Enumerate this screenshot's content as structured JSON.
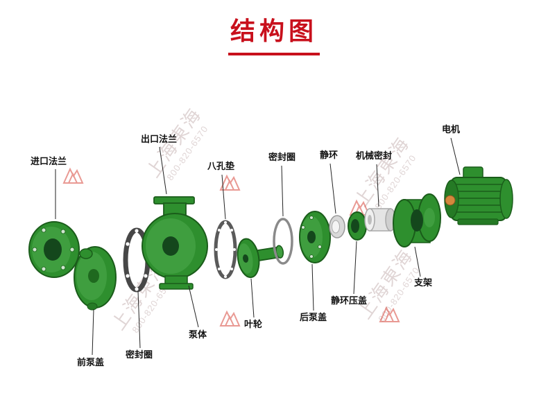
{
  "title": "结构图",
  "watermark": {
    "brand": "上海東海",
    "phone": "800-820-6570"
  },
  "labels": {
    "inlet_flange": "进口法兰",
    "outlet_flange": "出口法兰",
    "eight_hole_gasket": "八孔垫",
    "seal_ring": "密封圈",
    "static_ring": "静环",
    "mechanical_seal": "机械密封",
    "motor": "电机",
    "front_cover": "前泵盖",
    "gasket": "密封圈",
    "pump_body": "泵体",
    "impeller": "叶轮",
    "rear_cover": "后泵盖",
    "static_ring_gland": "静环压盖",
    "bracket": "支架"
  },
  "colors": {
    "accent_red": "#c8101c",
    "part_green": "#2e8f2e",
    "part_green_dark": "#1a5c1a",
    "watermark_gray": "#b9a2a2"
  }
}
